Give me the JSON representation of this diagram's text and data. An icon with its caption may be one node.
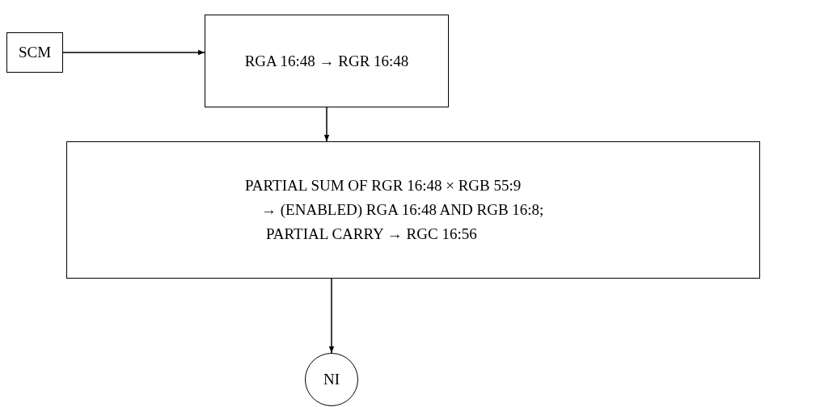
{
  "diagram": {
    "nodes": [
      {
        "text": [
          "SCM"
        ]
      },
      {
        "text": [
          "RGA 16:48 → RGR 16:48"
        ]
      },
      {
        "text": [
          "PARTIAL SUM OF RGR 16:48 × RGB 55:9",
          "→ (ENABLED) RGA 16:48 AND RGB 16:8;",
          "PARTIAL CARRY → RGC 16:56"
        ]
      },
      {
        "text": [
          "NI"
        ]
      }
    ],
    "edges": [
      {
        "from": 0,
        "to": 1,
        "arrow": "to"
      },
      {
        "from": 1,
        "to": 2,
        "arrow": "to"
      },
      {
        "from": 2,
        "to": 3,
        "arrow": "to"
      }
    ]
  }
}
